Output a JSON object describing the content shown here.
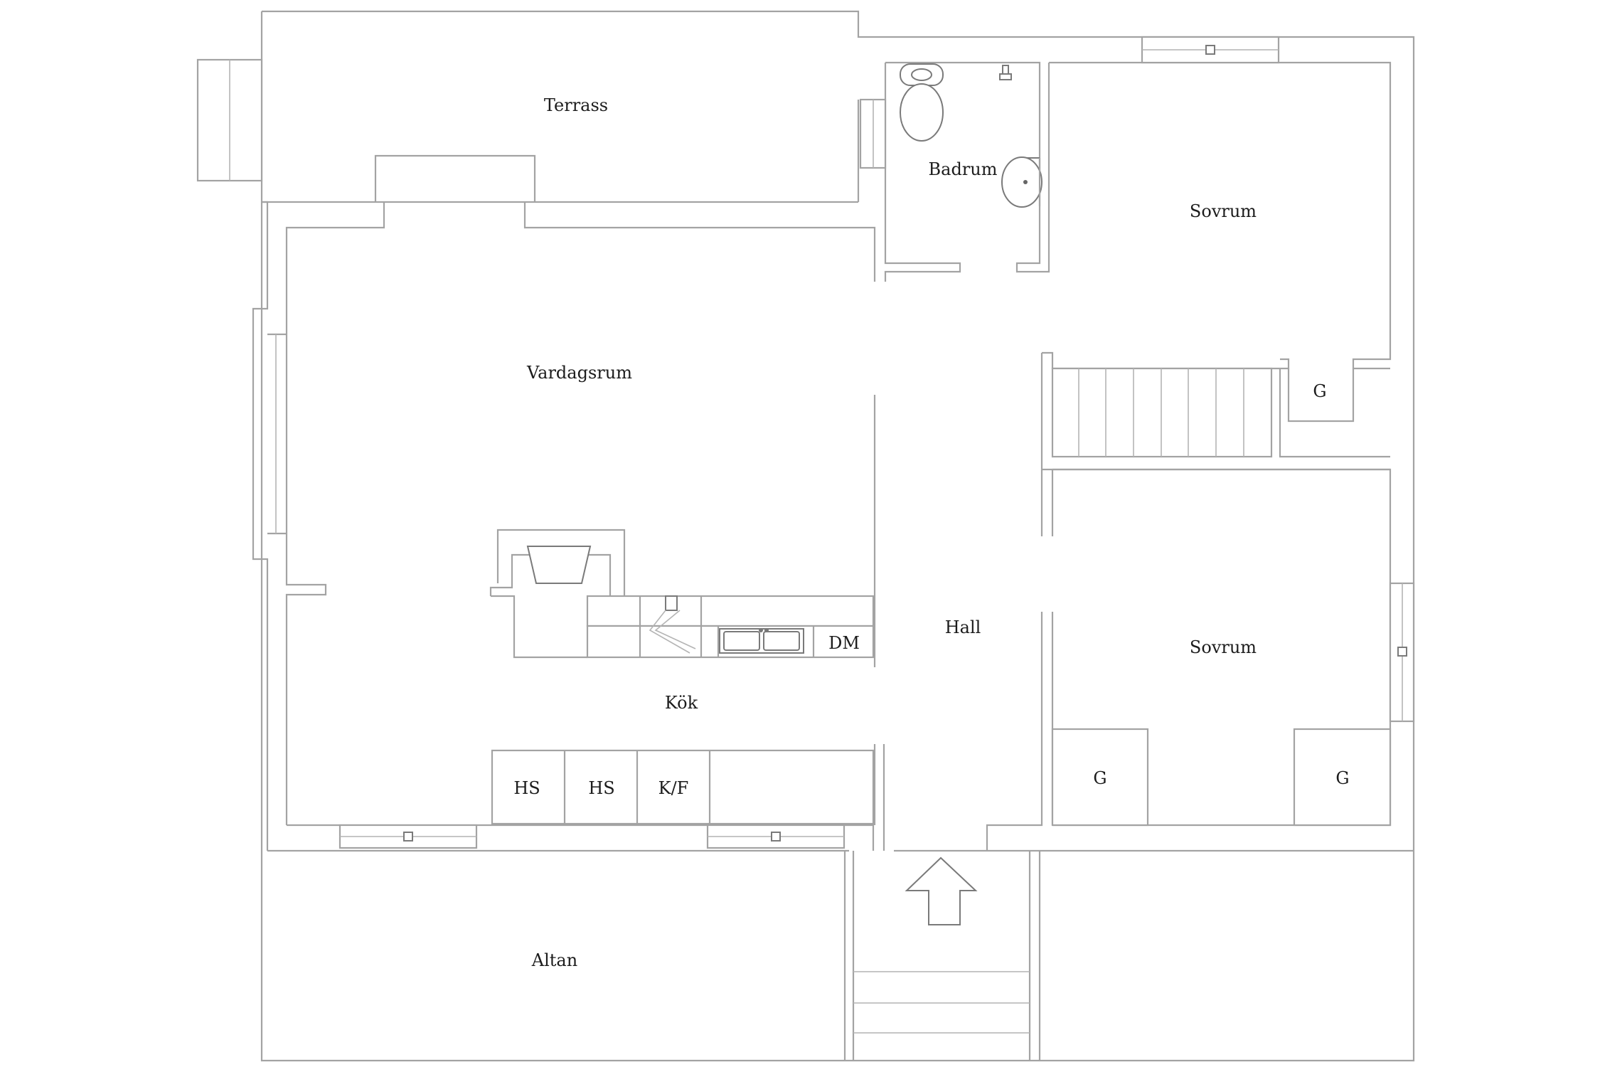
{
  "rooms": {
    "terrass": "Terrass",
    "badrum": "Badrum",
    "sovrum_top": "Sovrum",
    "vardagsrum": "Vardagsrum",
    "closet_top": "G",
    "hall": "Hall",
    "sovrum_bottom": "Sovrum",
    "kok": "Kök",
    "closet_bl": "G",
    "closet_br": "G",
    "altan": "Altan"
  },
  "appliances": {
    "dm": "DM",
    "hs1": "HS",
    "hs2": "HS",
    "kf": "K/F"
  },
  "entrance_icon": "entrance-arrow-up-icon"
}
